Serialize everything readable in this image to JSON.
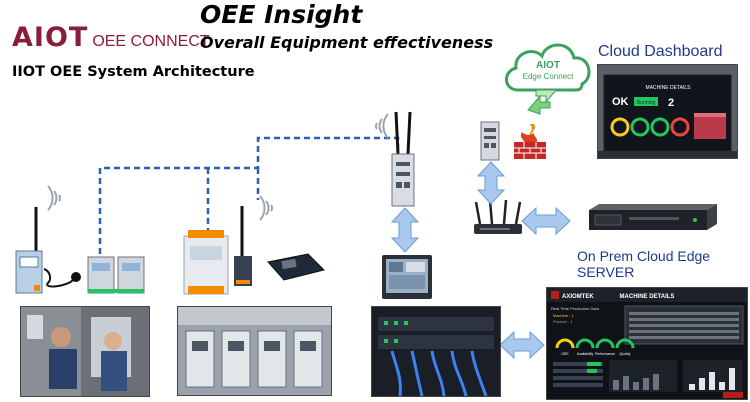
{
  "logo": {
    "brand": "AIOT",
    "suffix": "OEE CONNECT"
  },
  "header": {
    "title": "OEE Insight",
    "subtitle": "Overall Equipment effectiveness"
  },
  "architecture_label": "IIOT OEE System Architecture",
  "cloud": {
    "line1": "AIOT",
    "line2": "Edge Connect"
  },
  "cloud_dashboard": {
    "title": "Cloud Dashboard",
    "screen_title": "MACHINE DETAILS",
    "status_ok": "OK",
    "status_running": "Running",
    "count": "2"
  },
  "server": {
    "label": "On Prem Cloud Edge SERVER"
  },
  "machine_details_panel": {
    "brand": "AXIOMTEK",
    "title": "MACHINE DETAILS",
    "subtitle": "Real Time Production Data",
    "machine": "Machine - 1",
    "product": "Product - 1",
    "gauges": [
      "OEE",
      "Availability",
      "Performance",
      "Quality"
    ]
  },
  "colors": {
    "logo": "#8b1d3b",
    "link": "#2b5fb3",
    "arrow": "#8db4e3",
    "cloud_green": "#3aa35b",
    "title_blue": "#1f3a8a"
  }
}
